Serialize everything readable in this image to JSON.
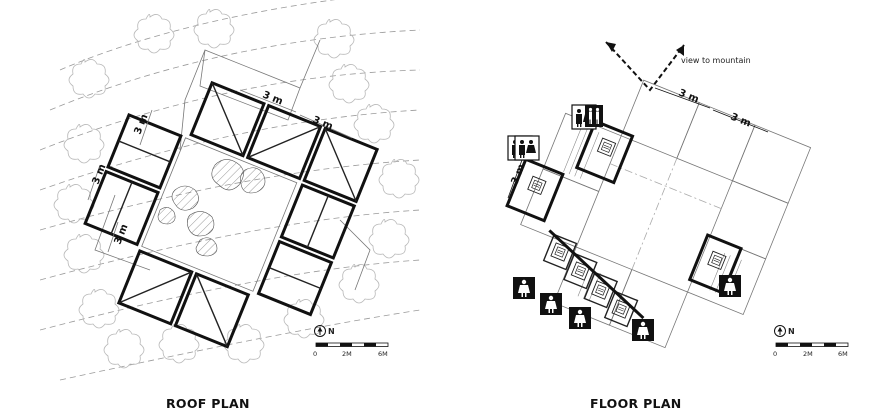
{
  "roof_plan": {
    "caption": "ROOF PLAN",
    "dim_labels": [
      "3 m",
      "3 m",
      "3 m",
      "3 m",
      "3 m"
    ],
    "north_label": "N",
    "scale_labels": [
      "0",
      "2M",
      "6M"
    ]
  },
  "floor_plan": {
    "caption": "FLOOR PLAN",
    "view_label": "view to mountain",
    "dim_labels": [
      "3 m",
      "3 m",
      "3 m"
    ],
    "north_label": "N",
    "scale_labels": [
      "0",
      "2M",
      "6M"
    ]
  },
  "icons": {
    "male": "male-toilet-icon",
    "female": "female-toilet-icon",
    "family": "family-toilet-icon",
    "north": "north-arrow-icon"
  },
  "colors": {
    "line": "#111111",
    "tree": "#b8b8b8",
    "grid": "#9a9a9a"
  }
}
